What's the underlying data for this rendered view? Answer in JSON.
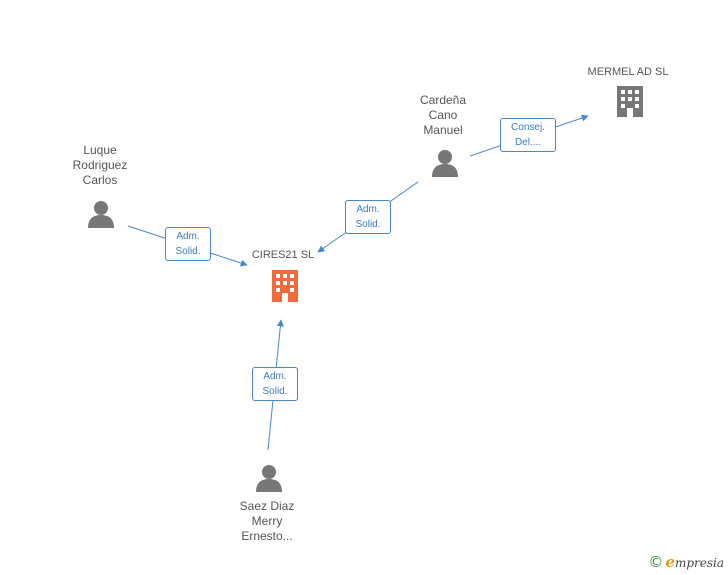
{
  "nodes": {
    "company_main": {
      "name": "CIRES21 SL",
      "color": "#f26a3b"
    },
    "company_other": {
      "name": "MERMEL AD SL",
      "color": "#777777"
    },
    "person_luque": {
      "lines": [
        "Luque",
        "Rodriguez",
        "Carlos"
      ]
    },
    "person_cardena": {
      "lines": [
        "Cardeña",
        "Cano",
        "Manuel"
      ]
    },
    "person_saez": {
      "lines": [
        "Saez Diaz",
        "Merry",
        "Ernesto..."
      ]
    }
  },
  "edges": {
    "luque_to_main": {
      "lines": [
        "Adm.",
        "Solid."
      ]
    },
    "cardena_to_main": {
      "lines": [
        "Adm.",
        "Solid."
      ]
    },
    "saez_to_main": {
      "lines": [
        "Adm.",
        "Solid."
      ]
    },
    "cardena_to_mermel": {
      "lines": [
        "Consej.",
        "Del...."
      ]
    }
  },
  "colors": {
    "edge": "#4a86c8",
    "person_icon": "#777777"
  },
  "footer": {
    "copyright_symbol": "©",
    "brand_initial": "e",
    "brand_rest": "mpresia"
  }
}
